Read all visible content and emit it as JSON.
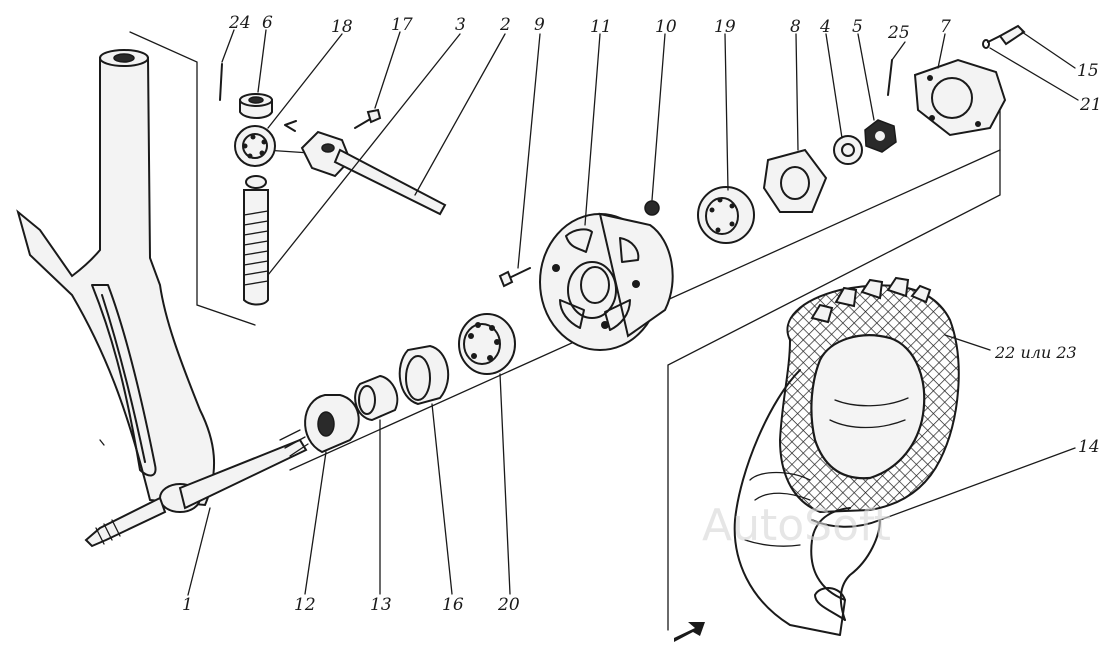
{
  "diagram": {
    "callouts": {
      "p24": "24",
      "p6": "6",
      "p18": "18",
      "p17": "17",
      "p3": "3",
      "p2": "2",
      "p9": "9",
      "p11": "11",
      "p10": "10",
      "p19": "19",
      "p8": "8",
      "p4": "4",
      "p5": "5",
      "p25": "25",
      "p7": "7",
      "p15": "15",
      "p21": "21",
      "p22": "22 или 23",
      "p14": "14",
      "p1": "1",
      "p12": "12",
      "p13": "13",
      "p16": "16",
      "p20": "20"
    },
    "watermark": "AutoSoft"
  }
}
